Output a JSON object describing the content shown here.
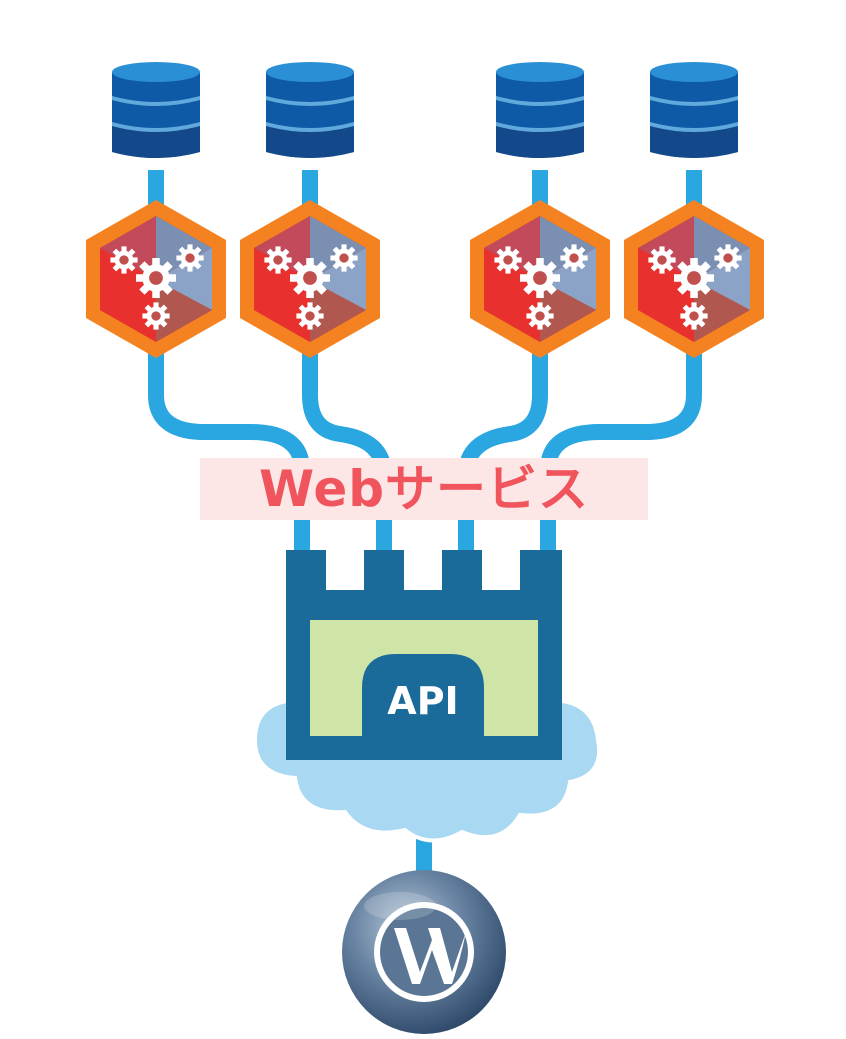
{
  "diagram": {
    "title": "Webサービス",
    "gateway_label": "API",
    "nodes": [
      {
        "type": "database",
        "icon": "database-icon"
      },
      {
        "type": "database",
        "icon": "database-icon"
      },
      {
        "type": "database",
        "icon": "database-icon"
      },
      {
        "type": "database",
        "icon": "database-icon"
      },
      {
        "type": "service",
        "icon": "gears-hexagon-icon"
      },
      {
        "type": "service",
        "icon": "gears-hexagon-icon"
      },
      {
        "type": "service",
        "icon": "gears-hexagon-icon"
      },
      {
        "type": "service",
        "icon": "gears-hexagon-icon"
      },
      {
        "type": "gateway",
        "icon": "castle-api-icon"
      },
      {
        "type": "cloud",
        "icon": "cloud-icon"
      },
      {
        "type": "client",
        "icon": "wordpress-logo-icon"
      }
    ],
    "colors": {
      "pipe": "#2aa6e0",
      "database_top": "#1e82c8",
      "database_body": "#0e5aa6",
      "database_bottom": "#13498a",
      "hex_orange": "#f48220",
      "hex_red": "#e8302f",
      "castle": "#1a6b9a",
      "castle_window": "#cfe5a8",
      "cloud": "#a9d8f2",
      "title_text": "#f0545c",
      "title_bg": "#fde6e6"
    }
  }
}
